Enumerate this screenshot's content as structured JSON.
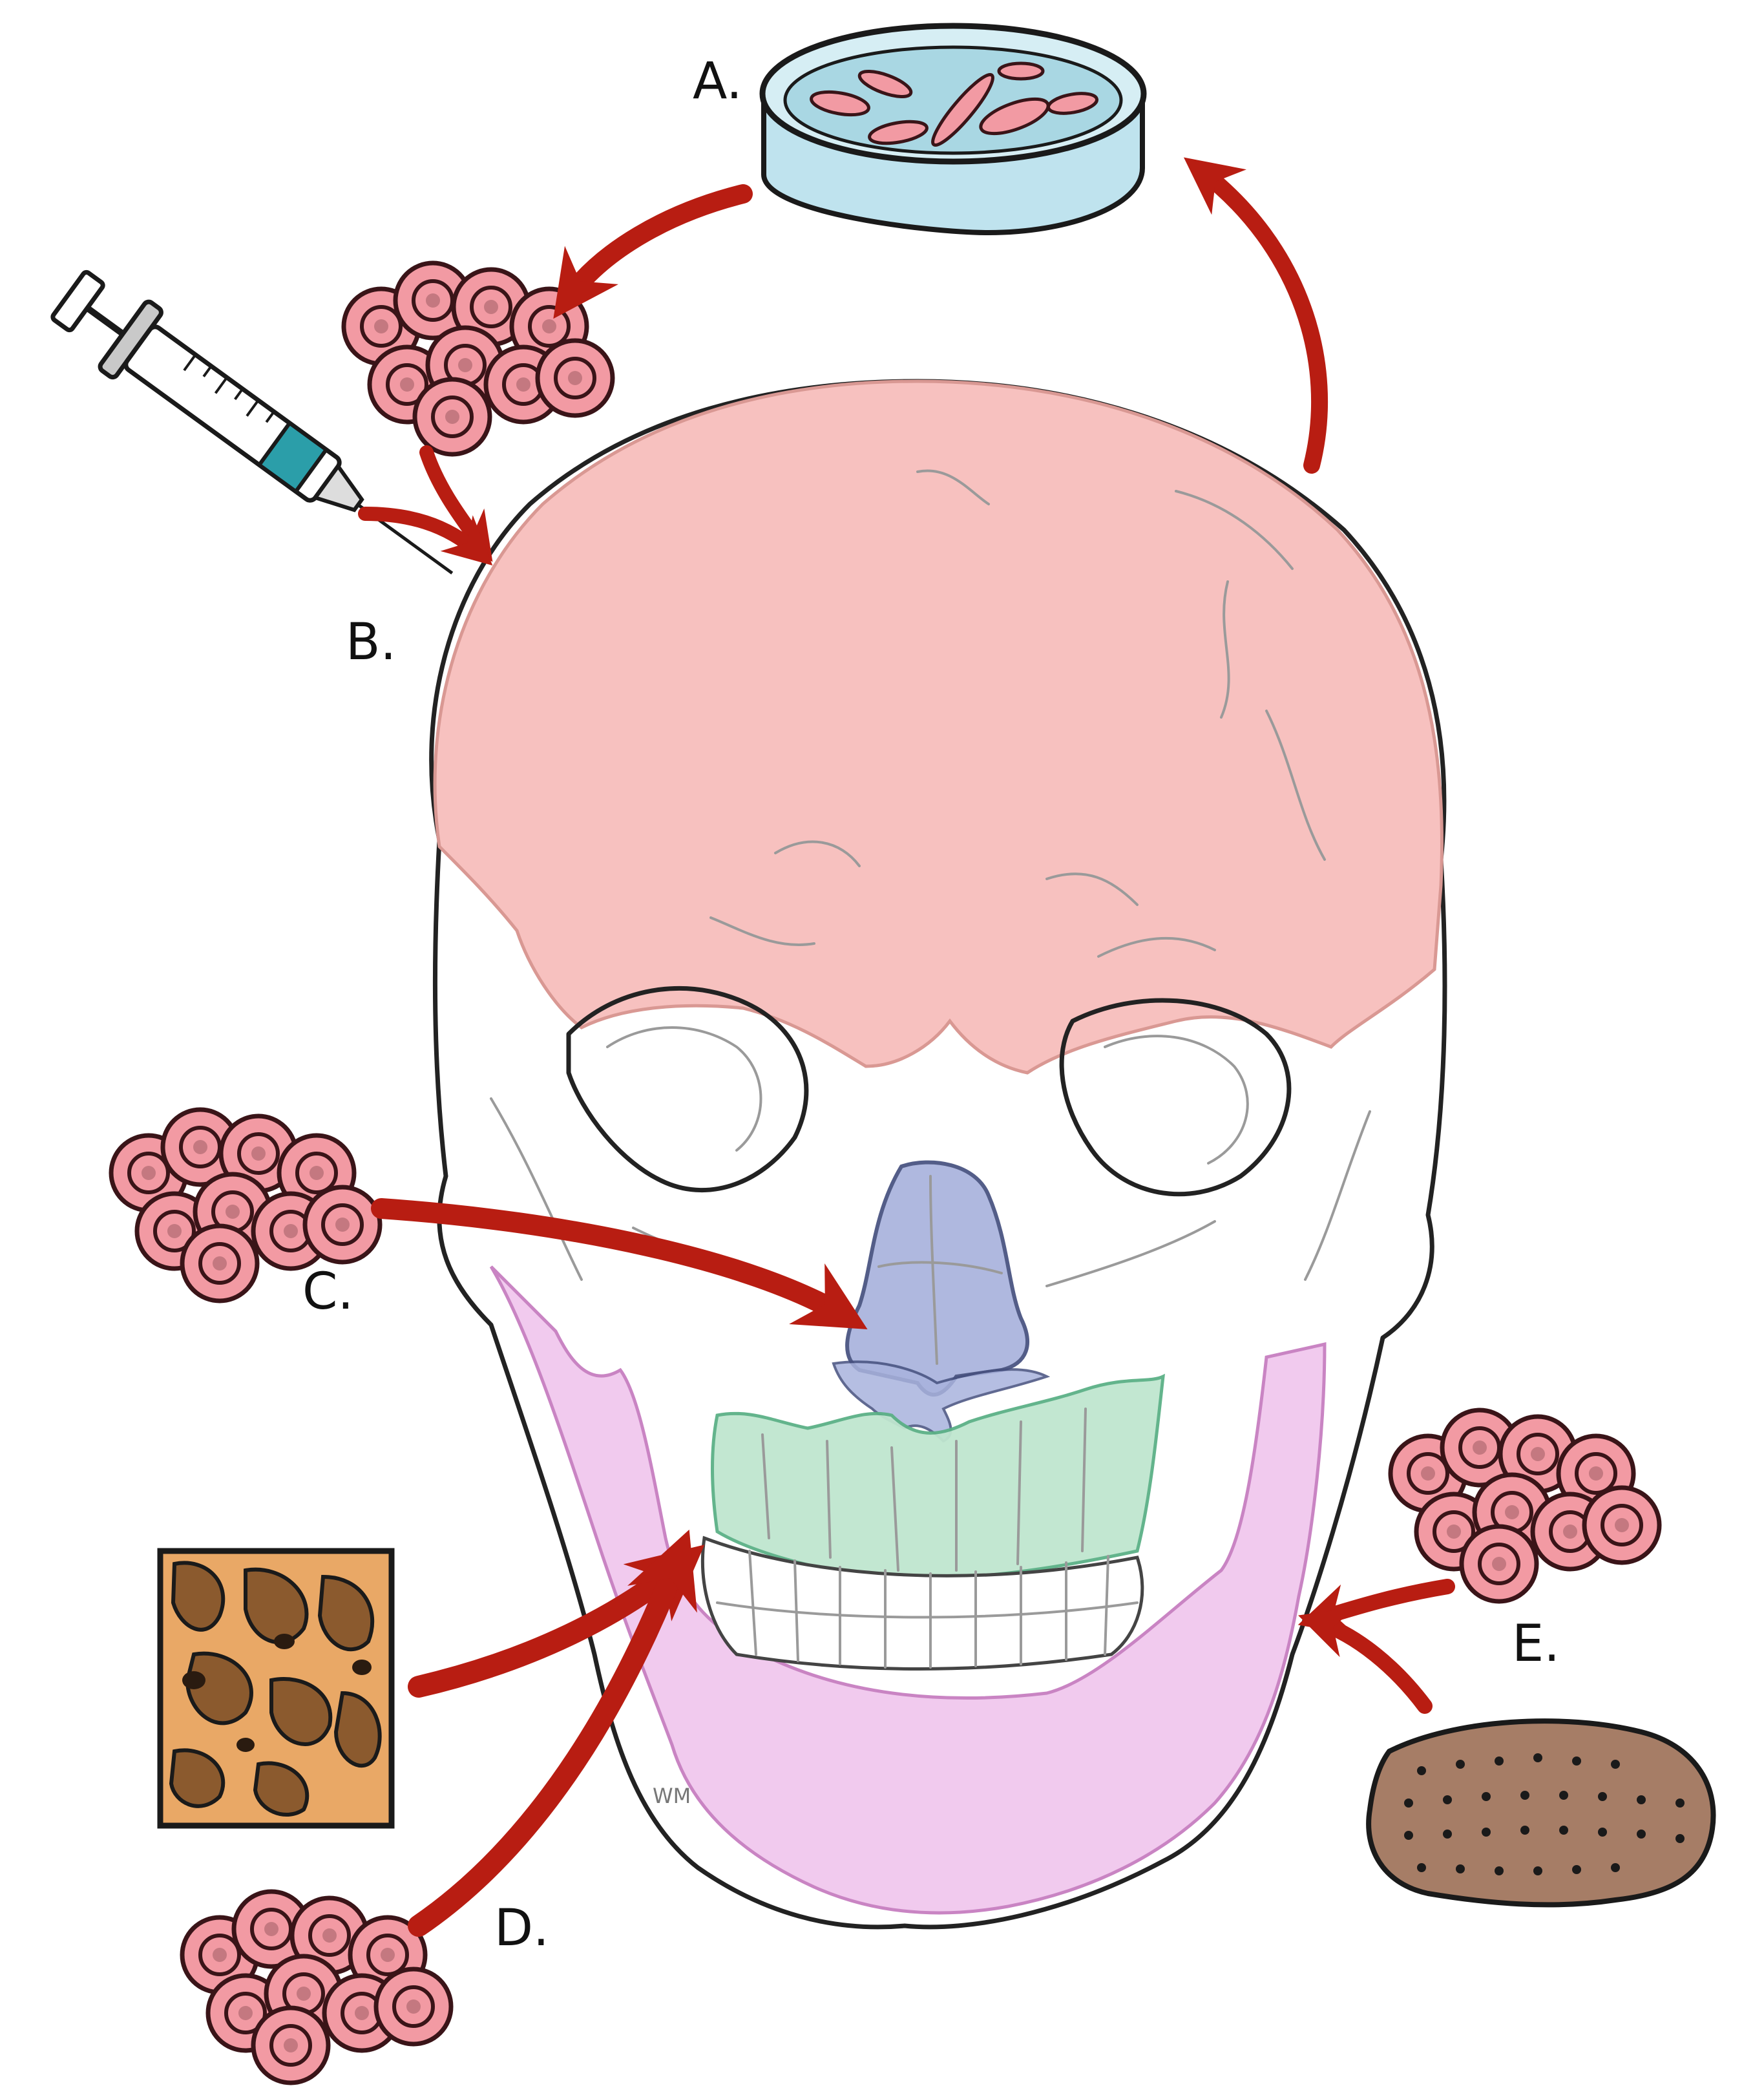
{
  "labels": {
    "a": "A.",
    "b": "B.",
    "c": "C.",
    "d": "D.",
    "e": "E."
  },
  "signature": "WM",
  "colors": {
    "cranium": "#f7c1bf",
    "mandible": "#f1c8ee",
    "maxilla": "#bfe6cf",
    "nasal": "#a9b3dd",
    "arrow": "#b81d12",
    "cell": "#f29aa3",
    "dish_fill": "#bfe3ee",
    "scaffold": "#e9a866",
    "membrane": "#a67d66",
    "syringe_band": "#2b9ea9"
  },
  "icons": [
    "petri-dish-icon",
    "cell-cluster-icon",
    "syringe-icon",
    "scaffold-icon",
    "porous-membrane-icon",
    "skull-illustration",
    "arrow-icon"
  ]
}
